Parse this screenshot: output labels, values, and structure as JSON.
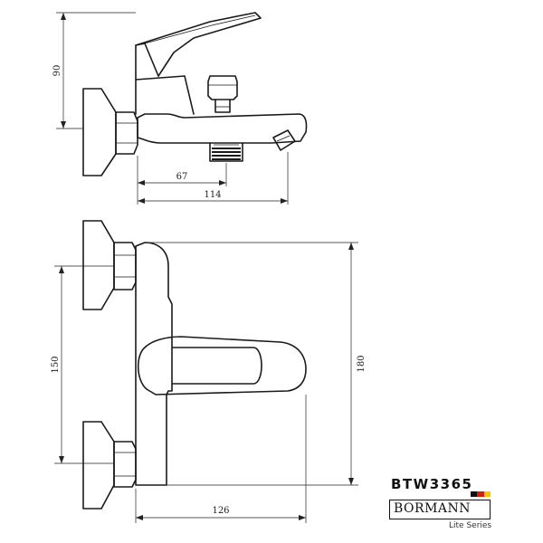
{
  "dimensions": {
    "side_height": "90",
    "side_spout_offset": "67",
    "side_depth": "114",
    "front_centers": "150",
    "front_height": "180",
    "front_width": "126"
  },
  "branding": {
    "model": "BTW3365",
    "brand": "BORMANN",
    "series": "Lite Series",
    "flag_colors": [
      "#111111",
      "#d81e05",
      "#f7c600"
    ]
  }
}
